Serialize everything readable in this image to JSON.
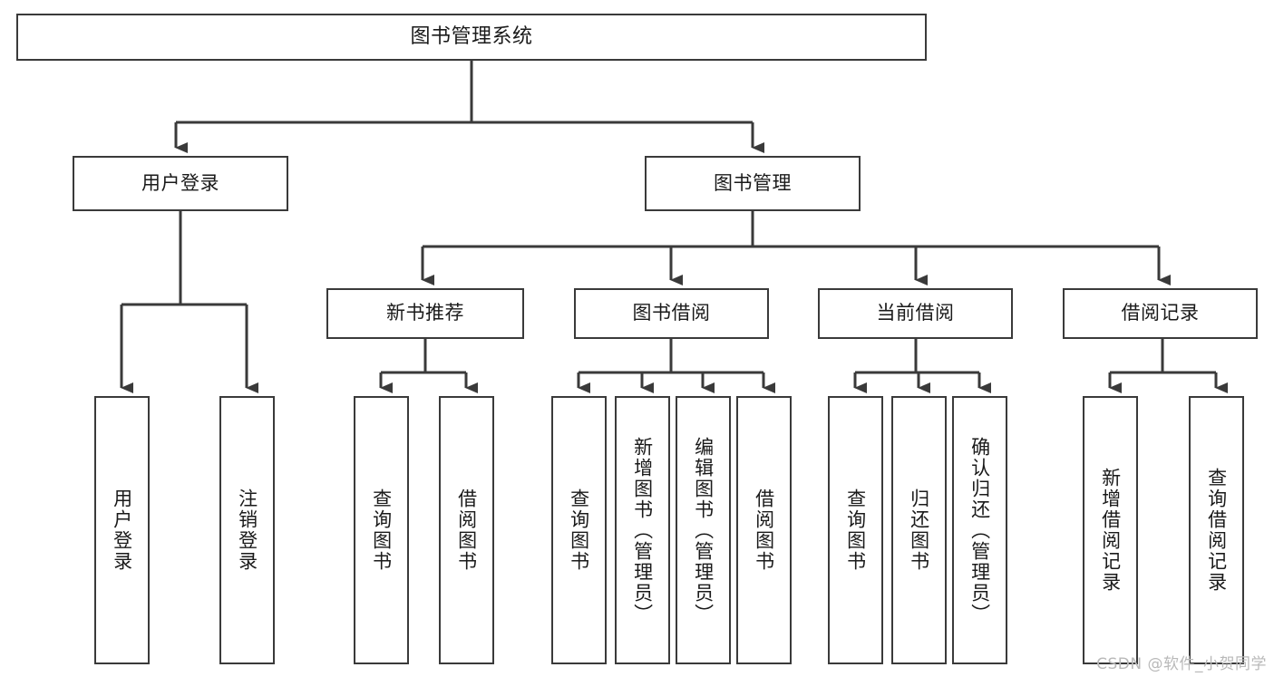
{
  "diagram": {
    "title": "图书管理系统",
    "type": "tree",
    "orientation": "top-down",
    "colors": {
      "box_border": "#3a3a3a",
      "box_fill": "#ffffff",
      "edge": "#3a3a3a",
      "text": "#1a1a1a",
      "watermark": "#b9b9b9",
      "background": "#ffffff"
    },
    "root": {
      "id": "root",
      "label": "图书管理系统",
      "text_direction": "horizontal"
    },
    "level2": [
      {
        "id": "user-login",
        "label": "用户登录",
        "text_direction": "horizontal"
      },
      {
        "id": "book-management",
        "label": "图书管理",
        "text_direction": "horizontal"
      }
    ],
    "level3": [
      {
        "id": "new-book-recommend",
        "label": "新书推荐",
        "parent": "book-management",
        "text_direction": "horizontal"
      },
      {
        "id": "book-borrow",
        "label": "图书借阅",
        "parent": "book-management",
        "text_direction": "horizontal"
      },
      {
        "id": "current-borrow",
        "label": "当前借阅",
        "parent": "book-management",
        "text_direction": "horizontal"
      },
      {
        "id": "borrow-record",
        "label": "借阅记录",
        "parent": "book-management",
        "text_direction": "horizontal"
      }
    ],
    "leaves": [
      {
        "id": "leaf-user-login",
        "label": "用户登录",
        "parent": "user-login",
        "text_direction": "vertical"
      },
      {
        "id": "leaf-logout",
        "label": "注销登录",
        "parent": "user-login",
        "text_direction": "vertical"
      },
      {
        "id": "leaf-query-book-1",
        "label": "查询图书",
        "parent": "new-book-recommend",
        "text_direction": "vertical"
      },
      {
        "id": "leaf-borrow-book-1",
        "label": "借阅图书",
        "parent": "new-book-recommend",
        "text_direction": "vertical"
      },
      {
        "id": "leaf-query-book-2",
        "label": "查询图书",
        "parent": "book-borrow",
        "text_direction": "vertical"
      },
      {
        "id": "leaf-add-book",
        "label": "新增图书（管理员）",
        "parent": "book-borrow",
        "text_direction": "vertical"
      },
      {
        "id": "leaf-edit-book",
        "label": "编辑图书（管理员）",
        "parent": "book-borrow",
        "text_direction": "vertical"
      },
      {
        "id": "leaf-borrow-book-2",
        "label": "借阅图书",
        "parent": "book-borrow",
        "text_direction": "vertical"
      },
      {
        "id": "leaf-query-book-3",
        "label": "查询图书",
        "parent": "current-borrow",
        "text_direction": "vertical"
      },
      {
        "id": "leaf-return-book",
        "label": "归还图书",
        "parent": "current-borrow",
        "text_direction": "vertical"
      },
      {
        "id": "leaf-confirm-return",
        "label": "确认归还（管理员）",
        "parent": "current-borrow",
        "text_direction": "vertical"
      },
      {
        "id": "leaf-add-record",
        "label": "新增借阅记录",
        "parent": "borrow-record",
        "text_direction": "vertical"
      },
      {
        "id": "leaf-query-record",
        "label": "查询借阅记录",
        "parent": "borrow-record",
        "text_direction": "vertical"
      }
    ],
    "watermark": "CSDN @软件_小贺同学"
  }
}
